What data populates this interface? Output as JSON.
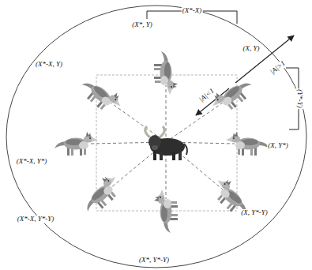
{
  "diagram": {
    "labels": [
      "(X*-X)",
      "(X*, Y)",
      "(X*-X, Y)",
      "(X, Y)",
      "|A|>1",
      "|A|<1",
      "(Y*-Y)",
      "(X, Y*)",
      "(X*-X, Y*)",
      "(X*-X, Y*-Y)",
      "(X, Y*-Y)",
      "(X*, Y*-Y)"
    ]
  }
}
